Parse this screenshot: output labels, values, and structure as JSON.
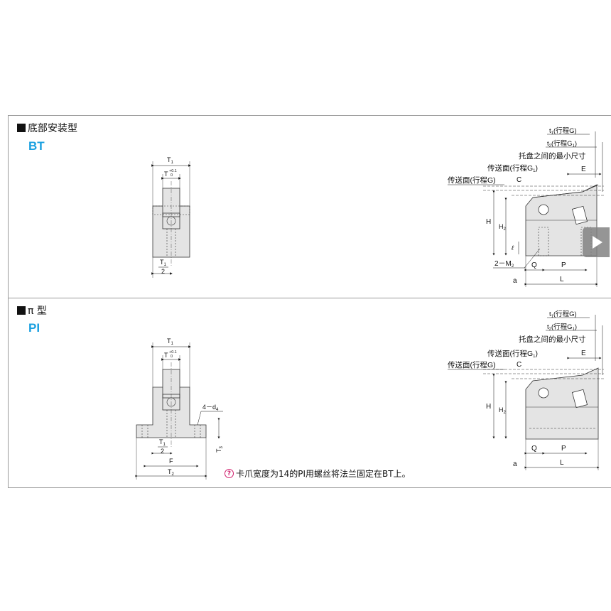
{
  "sections": [
    {
      "title": "底部安装型",
      "code": "BT"
    },
    {
      "title": "π 型",
      "code": "PI"
    }
  ],
  "labels": {
    "T1": "T",
    "T1_sub": "1",
    "T": "T",
    "tol_plus": "+0.1",
    "tol_zero": "0",
    "half_num": "T",
    "half_num_sub": "1",
    "half_den": "2",
    "four_d4": "4－d",
    "four_d4_sub": "4",
    "F": "F",
    "T2": "T",
    "T2_sub": "2",
    "T3": "T",
    "T3_sub": "3",
    "t1": "t",
    "t1_sub": "1",
    "t1_rest": "(行程G)",
    "t2": "t",
    "t2_sub": "2",
    "t2_rest": "(行程G",
    "t2_sub2": "1",
    "t2_close": ")",
    "min_gap": "托盘之间的最小尺寸",
    "conv_g1": "传送面(行程G",
    "conv_g1_sub": "1",
    "conv_g1_close": ")",
    "conv_g": "传送面(行程G)",
    "C": "C",
    "E": "E",
    "H": "H",
    "H2": "H",
    "H2_sub": "2",
    "ell": "ℓ",
    "m2": "2－M",
    "m2_sub": "2",
    "Q": "Q",
    "P": "P",
    "a": "a",
    "L": "L"
  },
  "note": {
    "icon": "?",
    "text": "卡爪宽度为14的PI用螺丝将法兰固定在BT上。"
  },
  "colors": {
    "accent": "#1aa0e0",
    "part": "#e4e4e4",
    "note_icon": "#d01f6d"
  }
}
